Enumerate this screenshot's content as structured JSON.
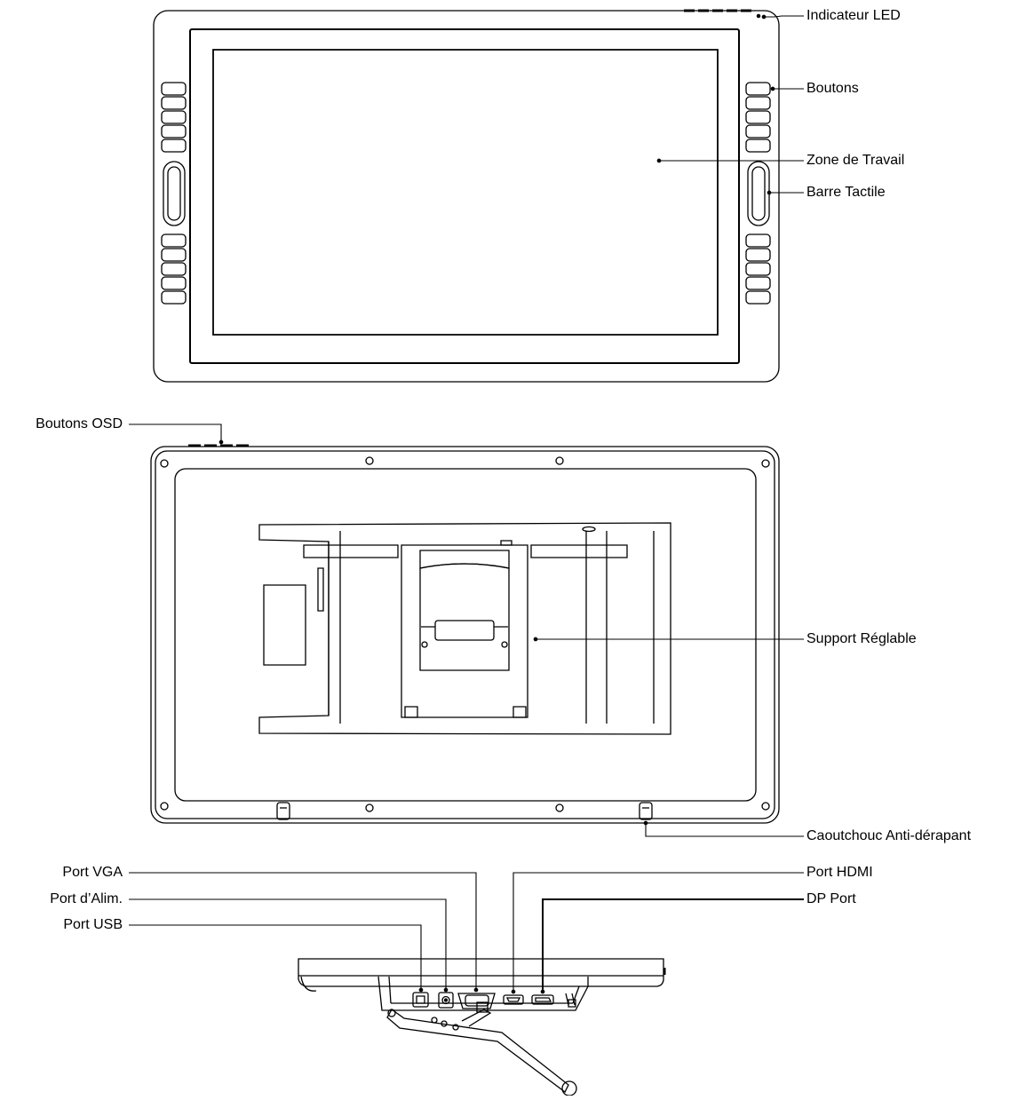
{
  "labels": {
    "led": "Indicateur LED",
    "buttons": "Boutons",
    "work_area": "Zone de Travail",
    "touch_bar": "Barre Tactile",
    "osd_buttons": "Boutons OSD",
    "stand": "Support Réglable",
    "rubber_feet": "Caoutchouc Anti-dérapant",
    "vga": "Port VGA",
    "power": "Port d’Alim.",
    "usb": "Port USB",
    "hdmi": "Port HDMI",
    "dp": "DP Port"
  },
  "colors": {
    "stroke": "#000000",
    "background": "#ffffff"
  }
}
